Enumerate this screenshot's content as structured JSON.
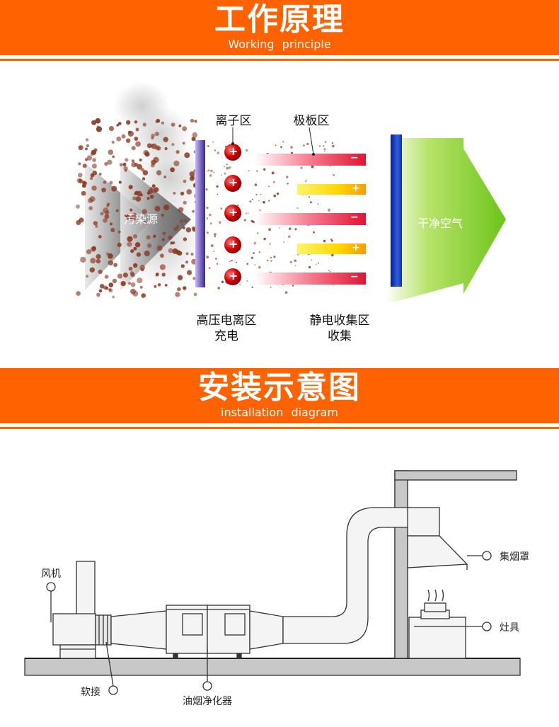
{
  "sections": [
    {
      "title": "工作原理",
      "subtitle": "Working   principle"
    },
    {
      "title": "安装示意图",
      "subtitle": "installation   diagram"
    }
  ],
  "principle": {
    "ion_zone": "离子区",
    "plate_zone": "极板区",
    "pollution_source": "污染源",
    "clean_air": "干净空气",
    "hv_ionization_line1": "高压电离区",
    "hv_ionization_line2": "充电",
    "electrostatic_line1": "静电收集区",
    "electrostatic_line2": "收集",
    "plus_sign": "+",
    "minus_sign": "−"
  },
  "installation": {
    "fan": "风机",
    "soft_joint": "软接",
    "purifier": "油烟净化器",
    "hood": "集烟罩",
    "stove": "灶具"
  },
  "colors": {
    "banner": "#ff6200",
    "red_plate": "#e01433",
    "yellow_plate": "#ffd700",
    "green_arrow": "#6cc41a",
    "blue_bar": "#1f2fb0",
    "purple_bar": "#7a5cc8"
  }
}
